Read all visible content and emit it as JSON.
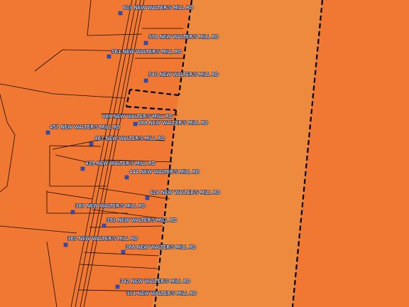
{
  "map": {
    "colors": {
      "parcel_fill": "#f07832",
      "right_parcel_fill": "#ee8a3e",
      "parcel_line": "#1a0a00",
      "boundary_dash": "#000000",
      "address_point": "#2e4fc9",
      "label_text": "#ffffff",
      "label_halo": "#1c2f5a"
    },
    "addresses": [
      {
        "id": "a603",
        "label": "603 NEW WALTER'S MILL RD"
      },
      {
        "id": "a578",
        "label": "578 NEW WALTER'S MILL RD"
      },
      {
        "id": "a561",
        "label": "561 NEW WALTER'S MILL RD"
      },
      {
        "id": "a540",
        "label": "540 NEW WALTER'S MILL RD"
      },
      {
        "id": "a489",
        "label": "489 NEW WALTER'S MILL RD"
      },
      {
        "id": "a488",
        "label": "488 NEW WALTER'S MILL RD"
      },
      {
        "id": "a457",
        "label": "457 NEW WALTER'S MILL RD"
      },
      {
        "id": "a467",
        "label": "467 NEW WALTER'S MILL RD"
      },
      {
        "id": "a439",
        "label": "439 NEW WALTER'S MILL RD"
      },
      {
        "id": "a444",
        "label": "444 NEW WALTER'S MILL RD"
      },
      {
        "id": "a424",
        "label": "424 NEW WALTER'S MILL RD"
      },
      {
        "id": "a387",
        "label": "387 NEW WALTER'S MILL RD"
      },
      {
        "id": "a392",
        "label": "392 NEW WALTER'S MILL RD"
      },
      {
        "id": "a365",
        "label": "365 NEW WALTER'S MILL RD"
      },
      {
        "id": "a366",
        "label": "366 NEW WALTER'S MILL RD"
      },
      {
        "id": "a342",
        "label": "342 NEW WALTER'S MILL RD"
      },
      {
        "id": "a314",
        "label": "314 NEW WALTER'S MILL RD"
      }
    ]
  }
}
